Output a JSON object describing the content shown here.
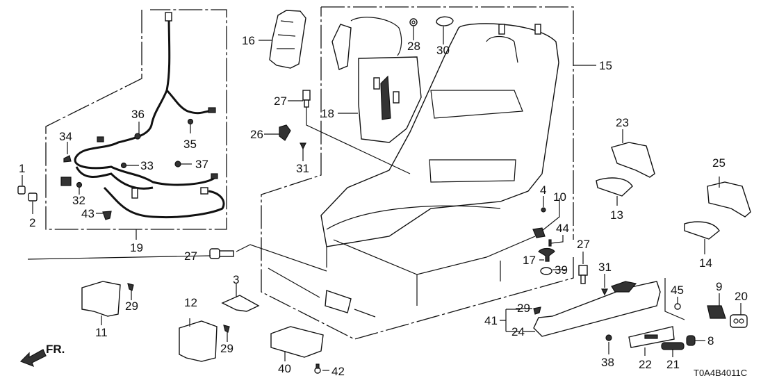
{
  "diagram": {
    "type": "exploded-parts-diagram",
    "subject": "Front seat frame components",
    "diagram_code": "T0A4B4011C",
    "direction_indicator": "FR.",
    "callouts": [
      {
        "id": "c1",
        "label": "1"
      },
      {
        "id": "c2",
        "label": "2"
      },
      {
        "id": "c3",
        "label": "3"
      },
      {
        "id": "c4",
        "label": "4"
      },
      {
        "id": "c8",
        "label": "8"
      },
      {
        "id": "c9",
        "label": "9"
      },
      {
        "id": "c10",
        "label": "10"
      },
      {
        "id": "c11",
        "label": "11"
      },
      {
        "id": "c12",
        "label": "12"
      },
      {
        "id": "c13",
        "label": "13"
      },
      {
        "id": "c14",
        "label": "14"
      },
      {
        "id": "c15",
        "label": "15"
      },
      {
        "id": "c16",
        "label": "16"
      },
      {
        "id": "c17",
        "label": "17"
      },
      {
        "id": "c18",
        "label": "18"
      },
      {
        "id": "c19",
        "label": "19"
      },
      {
        "id": "c20",
        "label": "20"
      },
      {
        "id": "c21",
        "label": "21"
      },
      {
        "id": "c22",
        "label": "22"
      },
      {
        "id": "c23",
        "label": "23"
      },
      {
        "id": "c24",
        "label": "24"
      },
      {
        "id": "c25",
        "label": "25"
      },
      {
        "id": "c26",
        "label": "26"
      },
      {
        "id": "c27a",
        "label": "27"
      },
      {
        "id": "c27b",
        "label": "27"
      },
      {
        "id": "c27c",
        "label": "27"
      },
      {
        "id": "c28",
        "label": "28"
      },
      {
        "id": "c29a",
        "label": "29"
      },
      {
        "id": "c29b",
        "label": "29"
      },
      {
        "id": "c29c",
        "label": "29"
      },
      {
        "id": "c30",
        "label": "30"
      },
      {
        "id": "c31a",
        "label": "31"
      },
      {
        "id": "c31b",
        "label": "31"
      },
      {
        "id": "c32",
        "label": "32"
      },
      {
        "id": "c33",
        "label": "33"
      },
      {
        "id": "c34",
        "label": "34"
      },
      {
        "id": "c35",
        "label": "35"
      },
      {
        "id": "c36",
        "label": "36"
      },
      {
        "id": "c37",
        "label": "37"
      },
      {
        "id": "c38",
        "label": "38"
      },
      {
        "id": "c39",
        "label": "39"
      },
      {
        "id": "c40",
        "label": "40"
      },
      {
        "id": "c41",
        "label": "41"
      },
      {
        "id": "c42",
        "label": "42"
      },
      {
        "id": "c43",
        "label": "43"
      },
      {
        "id": "c44",
        "label": "44"
      },
      {
        "id": "c45",
        "label": "45"
      }
    ]
  }
}
